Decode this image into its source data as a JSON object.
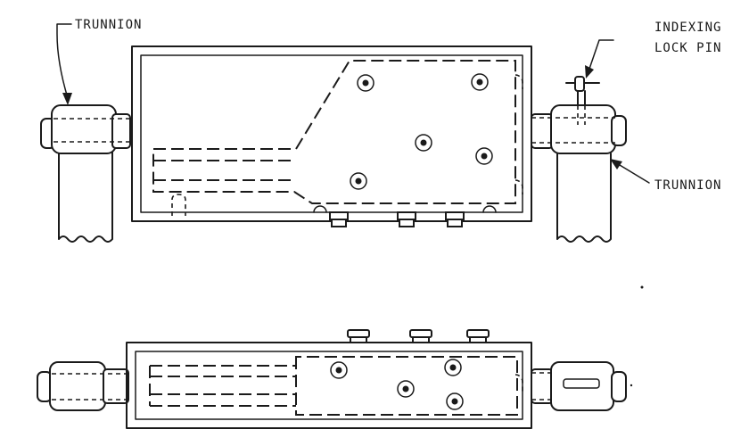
{
  "labels": {
    "trunnion_left": "TRUNNION",
    "trunnion_right": "TRUNNION",
    "indexing_line1": "INDEXING",
    "indexing_line2": "LOCK PIN"
  }
}
